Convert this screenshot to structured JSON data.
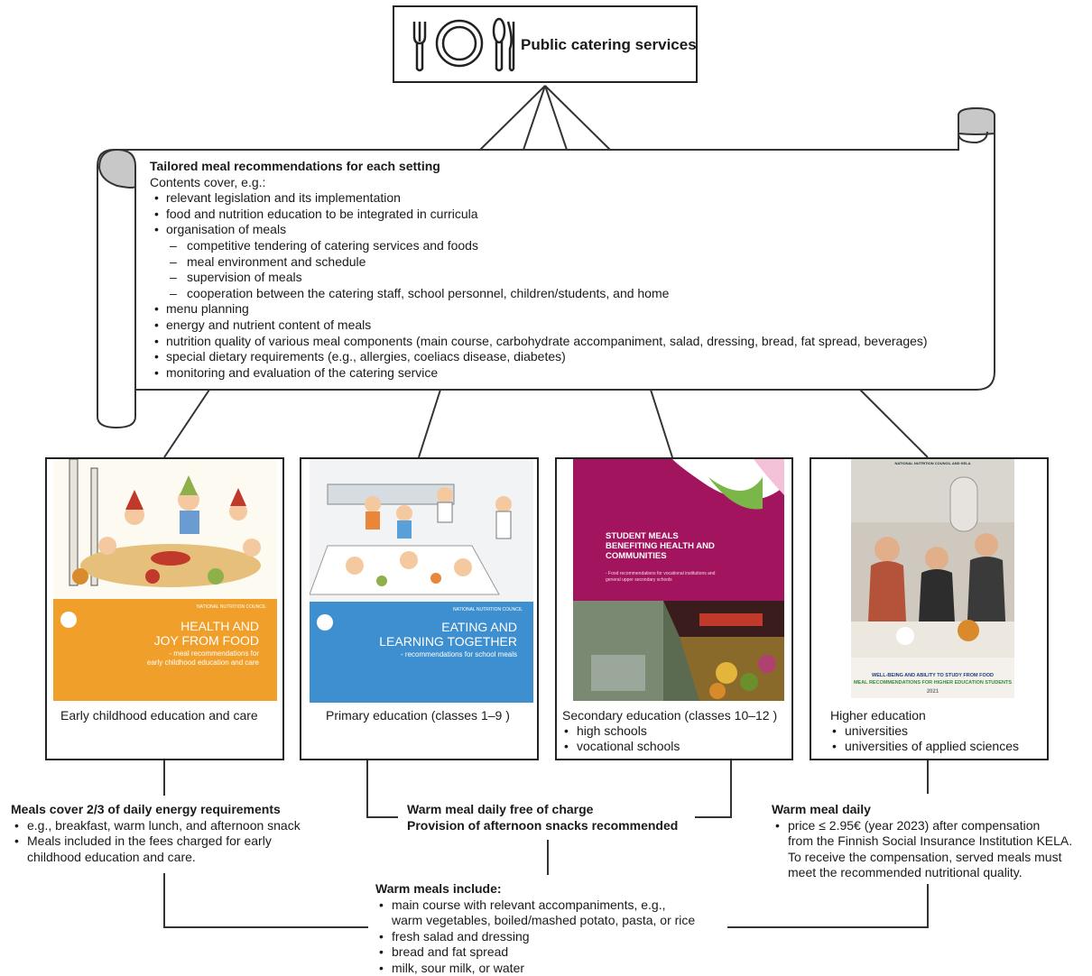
{
  "top": {
    "title": "Public catering services"
  },
  "scroll": {
    "heading": "Tailored meal recommendations for each setting",
    "intro": "Contents cover, e.g.:",
    "items": [
      "relevant legislation and its implementation",
      "food and nutrition education to be integrated in curricula",
      "organisation of meals"
    ],
    "subitems": [
      "competitive tendering of catering services and foods",
      "meal environment and schedule",
      "supervision of meals",
      "cooperation between the catering staff, school personnel, children/students, and home"
    ],
    "items2": [
      "menu planning",
      "energy and nutrient content of meals",
      "nutrition quality of various meal components (main course, carbohydrate accompaniment, salad, dressing, bread, fat spread, beverages)",
      "special dietary requirements (e.g., allergies, coeliacs disease, diabetes)",
      "monitoring and evaluation of the catering service"
    ]
  },
  "cards": [
    {
      "caption": "Early childhood education and care",
      "cover_publisher": "NATIONAL NUTRITION COUNCIL",
      "cover_title_1": "HEALTH AND",
      "cover_title_2": "JOY FROM FOOD",
      "cover_sub_1": "- meal recommendations for",
      "cover_sub_2": "early childhood education and care",
      "cover_color": "#f0a02a"
    },
    {
      "caption": "Primary education (classes 1–9 )",
      "cover_publisher": "NATIONAL NUTRITION COUNCIL",
      "cover_title_1": "EATING AND",
      "cover_title_2": "LEARNING TOGETHER",
      "cover_sub_1": "- recommendations for school meals",
      "cover_color": "#3e8fcf"
    },
    {
      "caption": "Secondary education (classes 10–12 )",
      "bullets": [
        "high schools",
        "vocational schools"
      ],
      "cover_title_1": "STUDENT MEALS",
      "cover_title_2": "BENEFITING HEALTH AND",
      "cover_title_3": "COMMUNITIES",
      "cover_sub_1": "- Food recommendations for vocational institutions and",
      "cover_sub_2": "general upper secondary schools",
      "cover_color": "#a3145f"
    },
    {
      "caption": "Higher education",
      "bullets": [
        "universities",
        "universities of applied sciences"
      ],
      "cover_publisher": "NATIONAL NUTRITION COUNCIL AND KELA",
      "cover_title_1": "WELL-BEING AND ABILITY TO STUDY FROM FOOD",
      "cover_title_2": "MEAL RECOMMENDATIONS FOR HIGHER EDUCATION STUDENTS",
      "cover_year": "2021"
    }
  ],
  "notes": {
    "early": {
      "heading": "Meals cover 2/3 of daily energy requirements",
      "items": [
        "e.g., breakfast, warm lunch, and afternoon snack",
        "Meals included in the fees charged for early"
      ],
      "cont": "childhood education and care."
    },
    "school": {
      "line1": "Warm meal daily free of charge",
      "line2": "Provision of afternoon snacks recommended"
    },
    "higher": {
      "heading": "Warm meal daily",
      "lines": [
        "price ≤ 2.95€ (year 2023) after compensation",
        "from the Finnish Social Insurance Institution KELA.",
        "To receive the compensation, served meals must",
        "meet the recommended nutritional quality."
      ]
    },
    "warm": {
      "heading": "Warm meals include:",
      "items": [
        "main course with relevant accompaniments, e.g.,",
        "fresh salad and dressing",
        "bread and fat spread",
        "milk, sour milk, or water"
      ],
      "cont": "warm vegetables, boiled/mashed potato, pasta, or rice"
    }
  }
}
